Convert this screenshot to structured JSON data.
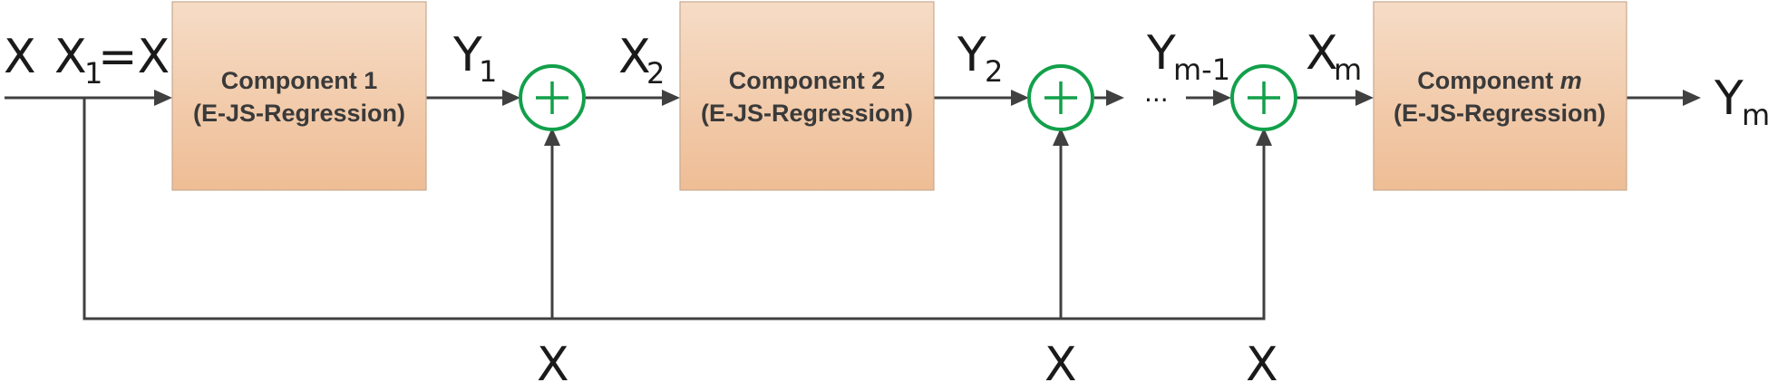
{
  "labels": {
    "input_x": "X",
    "x1_prefix": "X",
    "x1_sub": "1",
    "x1_suffix": "=X",
    "y1": "Y",
    "y1_sub": "1",
    "x2": "X",
    "x2_sub": "2",
    "y2": "Y",
    "y2_sub": "2",
    "ym1": "Y",
    "ym1_sub": "m-1",
    "xm": "X",
    "xm_sub": "m",
    "ym": "Y",
    "ym_sub": "m",
    "ellipsis": "...",
    "feedback_x1": "X",
    "feedback_x2": "X",
    "feedback_x3": "X"
  },
  "components": [
    {
      "name": "Component 1",
      "method": "(E-JS-Regression)"
    },
    {
      "name": "Component 2",
      "method": "(E-JS-Regression)"
    },
    {
      "name_prefix": "Component ",
      "name_italic": "m",
      "method": "(E-JS-Regression)"
    }
  ],
  "colors": {
    "box_top": "#f5d8c0",
    "box_bottom": "#eebd95",
    "summer": "#12a04a",
    "line": "#404040"
  },
  "icons": [
    "plus-circle-icon",
    "arrow-icon"
  ]
}
